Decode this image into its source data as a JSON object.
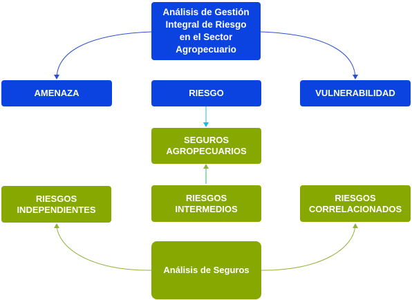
{
  "nodes": {
    "top": "Análisis de Gestión Integral de Riesgo en el Sector Agropecuario",
    "amenaza": "AMENAZA",
    "riesgo": "RIESGO",
    "vulnerabilidad": "VULNERABILIDAD",
    "seguros": "SEGUROS AGROPECUARIOS",
    "independientes": "RIESGOS INDEPENDIENTES",
    "intermedios": "RIESGOS INTERMEDIOS",
    "correlacionados": "RIESGOS CORRELACIONADOS",
    "analisis_seguros": "Análisis de Seguros"
  },
  "colors": {
    "blue": "#0A43E0",
    "green": "#86A800",
    "arrow_blue": "#2A4FCF",
    "arrow_cyan": "#1FB6E8",
    "arrow_green": "#8FB239"
  }
}
